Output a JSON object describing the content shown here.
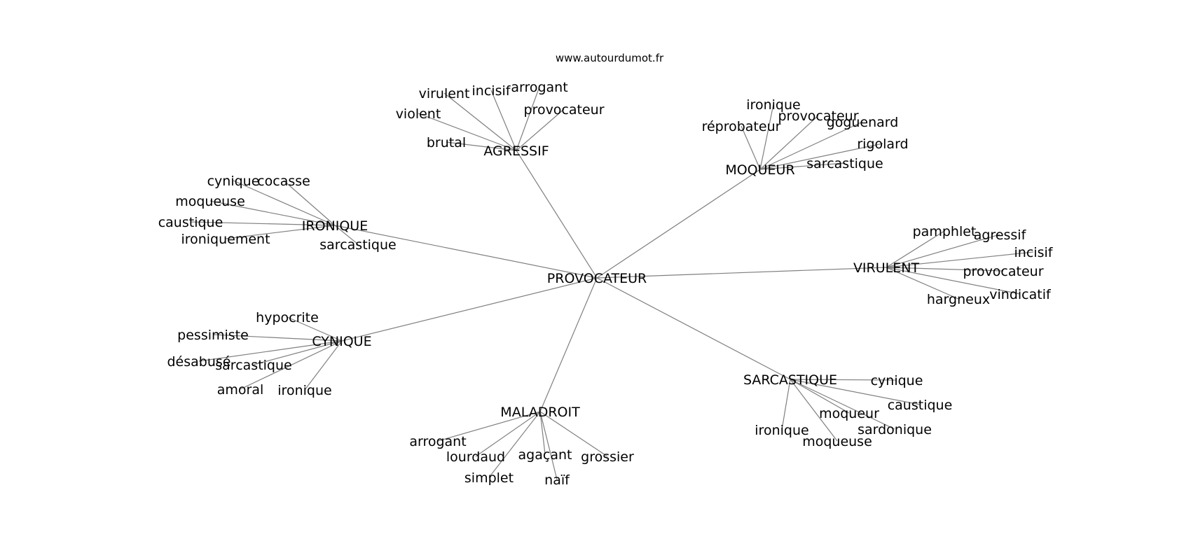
{
  "watermark": "www.autourdumot.fr",
  "center": "PROVOCATEUR",
  "hubs": [
    {
      "name": "AGRESSIF",
      "leaves": [
        "virulent",
        "incisif",
        "arrogant",
        "violent",
        "provocateur",
        "brutal"
      ]
    },
    {
      "name": "MOQUEUR",
      "leaves": [
        "ironique",
        "provocateur",
        "réprobateur",
        "goguenard",
        "rigolard",
        "sarcastique"
      ]
    },
    {
      "name": "IRONIQUE",
      "leaves": [
        "cynique",
        "cocasse",
        "moqueuse",
        "caustique",
        "ironiquement",
        "sarcastique"
      ]
    },
    {
      "name": "VIRULENT",
      "leaves": [
        "pamphlet",
        "agressif",
        "incisif",
        "provocateur",
        "vindicatif",
        "hargneux"
      ]
    },
    {
      "name": "CYNIQUE",
      "leaves": [
        "hypocrite",
        "pessimiste",
        "désabusé",
        "sarcastique",
        "amoral",
        "ironique"
      ]
    },
    {
      "name": "SARCASTIQUE",
      "leaves": [
        "cynique",
        "caustique",
        "moqueur",
        "sardonique",
        "ironique",
        "moqueuse"
      ]
    },
    {
      "name": "MALADROIT",
      "leaves": [
        "arrogant",
        "lourdaud",
        "agaçant",
        "grossier",
        "simplet",
        "naïf"
      ]
    }
  ]
}
